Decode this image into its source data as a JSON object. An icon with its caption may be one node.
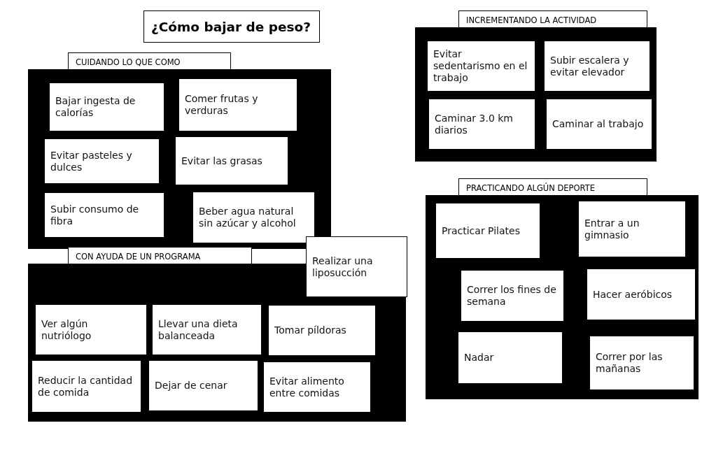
{
  "diagram": {
    "title": "¿Cómo bajar de peso?",
    "nodes": [
      {
        "text": [
          "CUIDANDO LO QUE COMO"
        ]
      },
      {
        "text": [
          "Bajar ingesta de calorías"
        ],
        "in": 0
      },
      {
        "text": [
          "Comer frutas y verduras"
        ],
        "in": 0
      },
      {
        "text": [
          "Evitar pasteles y dulces"
        ],
        "in": 0
      },
      {
        "text": [
          "Evitar las grasas"
        ],
        "in": 0
      },
      {
        "text": [
          "Subir consumo de fibra"
        ],
        "in": 0
      },
      {
        "text": [
          "Beber agua natural sin azúcar y alcohol"
        ],
        "in": 0
      },
      {
        "text": [
          "CON AYUDA DE UN PROGRAMA"
        ]
      },
      {
        "text": [
          "Ver algún nutriólogo"
        ],
        "in": 7
      },
      {
        "text": [
          "Llevar una dieta balanceada"
        ],
        "in": 7
      },
      {
        "text": [
          "Tomar píldoras"
        ],
        "in": 7
      },
      {
        "text": [
          "Reducir la cantidad de comida"
        ],
        "in": 7
      },
      {
        "text": [
          "Dejar de cenar"
        ],
        "in": 7
      },
      {
        "text": [
          "Evitar alimento entre comidas"
        ],
        "in": 7
      },
      {
        "text": [
          "Realizar una liposucción"
        ]
      },
      {
        "text": [
          "INCREMENTANDO LA ACTIVIDAD"
        ]
      },
      {
        "text": [
          "Evitar sedentarismo en el trabajo"
        ],
        "in": 15
      },
      {
        "text": [
          "Subir escalera y evitar elevador"
        ],
        "in": 15
      },
      {
        "text": [
          "Caminar 3.0 km diarios"
        ],
        "in": 15
      },
      {
        "text": [
          "Caminar al trabajo"
        ],
        "in": 15
      },
      {
        "text": [
          "PRACTICANDO ALGÚN DEPORTE"
        ]
      },
      {
        "text": [
          "Practicar Pilates"
        ],
        "in": 20
      },
      {
        "text": [
          "Entrar a un gimnasio"
        ],
        "in": 20
      },
      {
        "text": [
          "Correr los fines de semana"
        ],
        "in": 20
      },
      {
        "text": [
          "Hacer aeróbicos"
        ],
        "in": 20
      },
      {
        "text": [
          "Nadar"
        ],
        "in": 20
      },
      {
        "text": [
          "Correr por las mañanas"
        ],
        "in": 20
      }
    ]
  }
}
